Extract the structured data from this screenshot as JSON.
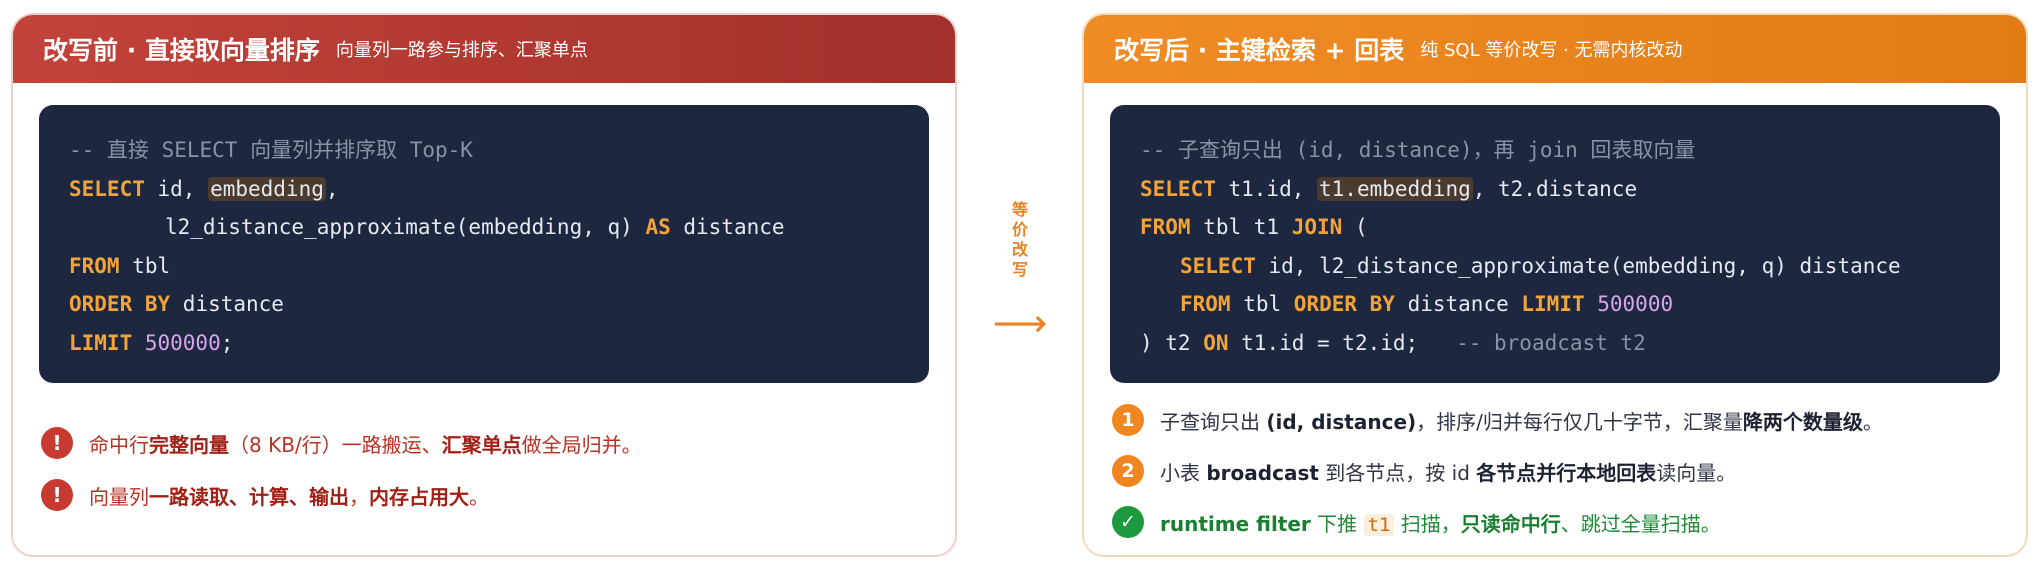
{
  "before": {
    "title": "改写前 · 直接取向量排序",
    "subtitle": "向量列一路参与排序、汇聚单点",
    "code": {
      "l1_comment": "-- 直接 SELECT 向量列并排序取 Top-K",
      "l2_kw": "SELECT",
      "l2_a": " id, ",
      "l2_hl": "embedding",
      "l2_b": ",",
      "l3_a": "l2_distance_approximate(embedding, q) ",
      "l3_kw": "AS",
      "l3_b": " distance",
      "l4_kw": "FROM",
      "l4_a": " tbl",
      "l5_kw": "ORDER BY",
      "l5_a": " distance",
      "l6_kw": "LIMIT",
      "l6_num": " 500000",
      "l6_end": ";"
    },
    "notes": [
      {
        "icon": "!",
        "p1": "命中行",
        "b1": "完整向量",
        "p2": "（8 KB/行）一路搬运、",
        "b2": "汇聚单点",
        "p3": "做全局归并。"
      },
      {
        "icon": "!",
        "p1": "向量列",
        "b1": "一路读取、计算、输出",
        "p2": "，",
        "b2": "内存占用大",
        "p3": "。"
      }
    ]
  },
  "transition": {
    "label": "等价改写",
    "arrow": "⟶"
  },
  "after": {
    "title": "改写后 · 主键检索 + 回表",
    "subtitle": "纯 SQL 等价改写 · 无需内核改动",
    "code": {
      "l1_comment": "-- 子查询只出 (id, distance)，再 join 回表取向量",
      "l2_kw": "SELECT",
      "l2_a": " t1.id, ",
      "l2_hl": "t1.embedding",
      "l2_b": ", t2.distance",
      "l3_kw1": "FROM",
      "l3_a": " tbl t1 ",
      "l3_kw2": "JOIN",
      "l3_b": " (",
      "l4_kw": "SELECT",
      "l4_a": " id, l2_distance_approximate(embedding, q) distance",
      "l5_kw1": "FROM",
      "l5_a": " tbl ",
      "l5_kw2": "ORDER BY",
      "l5_b": " distance ",
      "l5_kw3": "LIMIT",
      "l5_num": " 500000",
      "l6_a": ") t2 ",
      "l6_kw": "ON",
      "l6_b": " t1.id = t2.id;   ",
      "l6_comment": "-- broadcast t2"
    },
    "notes": [
      {
        "icon": "1",
        "p1": "子查询只出 ",
        "b1": "(id, distance)",
        "p2": "，排序/归并每行仅几十字节，汇聚量",
        "b2": "降两个数量级",
        "p3": "。"
      },
      {
        "icon": "2",
        "p1": "小表 ",
        "b1": "broadcast",
        "p2": " 到各节点，按 id ",
        "b2": "各节点并行本地回表",
        "p3": "读向量。"
      },
      {
        "icon": "✓",
        "b1": "runtime filter",
        "p1": " 下推 ",
        "tag": "t1",
        "p2": " 扫描，",
        "b2": "只读命中行",
        "p3": "、跳过全量扫描。"
      }
    ]
  },
  "colors": {
    "before_header": "#b33a33",
    "after_header": "#ea8320",
    "code_bg": "#1d2840",
    "keyword": "#f2a33a",
    "number": "#d9a3ea",
    "comment": "#8992a6",
    "warning": "#c63a2f",
    "success": "#1d9a3f"
  }
}
